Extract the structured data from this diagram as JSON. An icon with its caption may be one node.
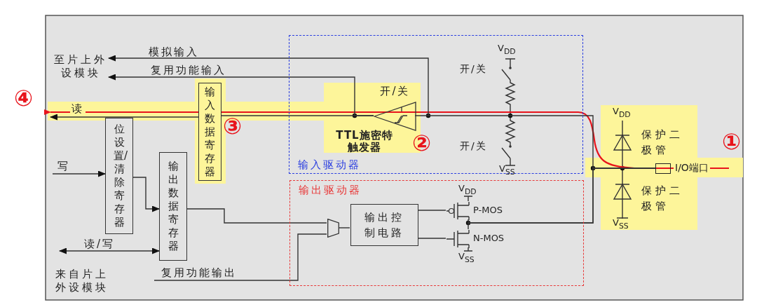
{
  "diagram": {
    "nodes": [
      {
        "text": [
          "至片上外设模块"
        ]
      },
      {
        "text": [
          "位设置/清除寄存器"
        ]
      },
      {
        "text": [
          "输出数据寄存器"
        ]
      },
      {
        "text": [
          "输入数据寄存器"
        ]
      },
      {
        "text": [
          "输入驱动器"
        ]
      },
      {
        "text": [
          "开/关",
          "TTL施密特触发器"
        ],
        "in": 4
      },
      {
        "text": [
          "输出驱动器"
        ]
      },
      {
        "text": [
          "输出控制电路"
        ],
        "in": 6
      },
      {
        "text": [],
        "shape": "trapezoid",
        "in": 6
      },
      {
        "text": [],
        "shape": "box",
        "beside": [
          "I/O端口"
        ]
      },
      {
        "text": [
          "P-MOS"
        ],
        "in": 6
      },
      {
        "text": [
          "N-MOS"
        ],
        "in": 6
      }
    ],
    "edges": [
      {
        "from": null,
        "to": 0,
        "arrow": "to",
        "label": "模拟输入"
      },
      {
        "from": 5,
        "to": 0,
        "arrow": "to",
        "label": "复用功能输入"
      },
      {
        "from": 5,
        "to": 3,
        "arrow": "none"
      },
      {
        "from": 3,
        "to": null,
        "arrow": "to",
        "label": "读"
      },
      {
        "from": 9,
        "to": 5,
        "arrow": "none"
      },
      {
        "from": null,
        "to": 1,
        "arrow": "to",
        "label": "写"
      },
      {
        "from": 1,
        "to": 2,
        "arrow": "to"
      },
      {
        "from": null,
        "to": 2,
        "arrow": "both",
        "label": "读/写"
      },
      {
        "from": 2,
        "to": 8,
        "arrow": "none"
      },
      {
        "from": null,
        "to": 8,
        "arrow": "none",
        "label": "复用功能输出"
      },
      {
        "from": 8,
        "to": 7,
        "arrow": "none"
      },
      {
        "from": 7,
        "to": 10,
        "arrow": "none"
      },
      {
        "from": 7,
        "to": 11,
        "arrow": "none"
      },
      {
        "from": 10,
        "to": 9,
        "arrow": "none"
      },
      {
        "from": 11,
        "to": 9,
        "arrow": "none"
      }
    ],
    "labels": [
      "④",
      "V$_{DD}$",
      "开/关",
      "③",
      "②",
      "开/关",
      "V$_{SS}$",
      "V$_{DD}$",
      "保护二极管",
      "①",
      "保护二极管",
      "V$_{SS}$",
      "V$_{DD}$",
      "V$_{SS}$",
      "来自片上外设模块"
    ]
  }
}
